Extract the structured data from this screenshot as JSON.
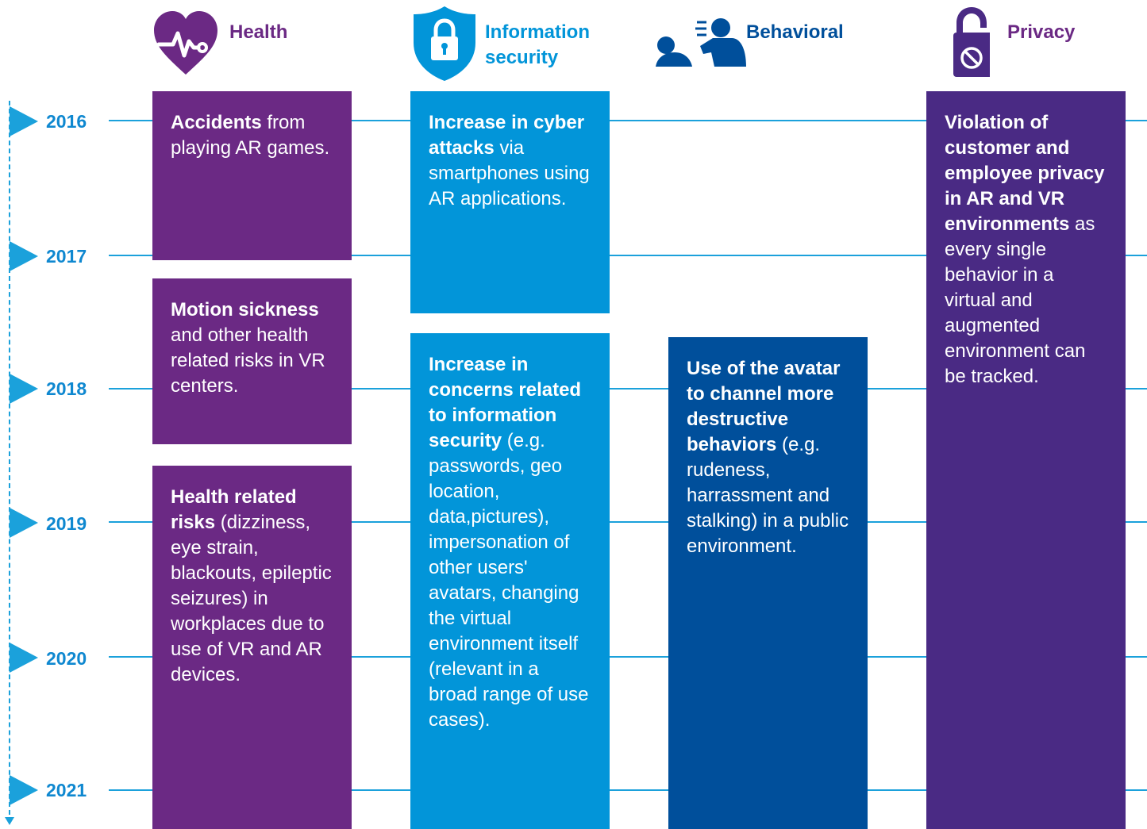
{
  "categories": [
    {
      "label": "Health",
      "icon": "heart-pulse-icon",
      "color": "#6b2984"
    },
    {
      "label": "Information\nsecurity",
      "icon": "shield-lock-icon",
      "color": "#0295d9"
    },
    {
      "label": "Behavioral",
      "icon": "people-shouting-icon",
      "color": "#004f9b"
    },
    {
      "label": "Privacy",
      "icon": "do-not-disturb-hanger-icon",
      "color": "#4a2a84"
    }
  ],
  "years": [
    "2016",
    "2017",
    "2018",
    "2019",
    "2020",
    "2021"
  ],
  "boxes": {
    "health_1": {
      "bold": "Accidents",
      "rest": " from playing AR games."
    },
    "health_2": {
      "bold": "Motion sickness",
      "rest": " and other health related risks in VR centers."
    },
    "health_3": {
      "bold": "Health related risks",
      "rest": " (dizziness, eye strain, blackouts, epileptic seizures) in workplaces due to use of VR and AR devices."
    },
    "security_1": {
      "bold": "Increase in cyber attacks",
      "rest": " via smartphones using AR applications."
    },
    "security_2": {
      "bold": "Increase in concerns related to information security",
      "rest": " (e.g. passwords, geo location, data,pictures), impersonation of other users' avatars, changing the virtual environment itself (relevant in a broad range of use cases)."
    },
    "behavioral_1": {
      "bold": "Use of the avatar to channel more destructive behaviors",
      "rest": " (e.g. rudeness, harrassment and stalking) in a public environment."
    },
    "privacy_1": {
      "bold": "Violation of customer and employee privacy in AR and VR environments",
      "rest": " as every single behavior in a virtual and augmented environment can be tracked."
    }
  },
  "colors": {
    "timeline": "#1ba1db",
    "year_text": "#0f88d0"
  }
}
